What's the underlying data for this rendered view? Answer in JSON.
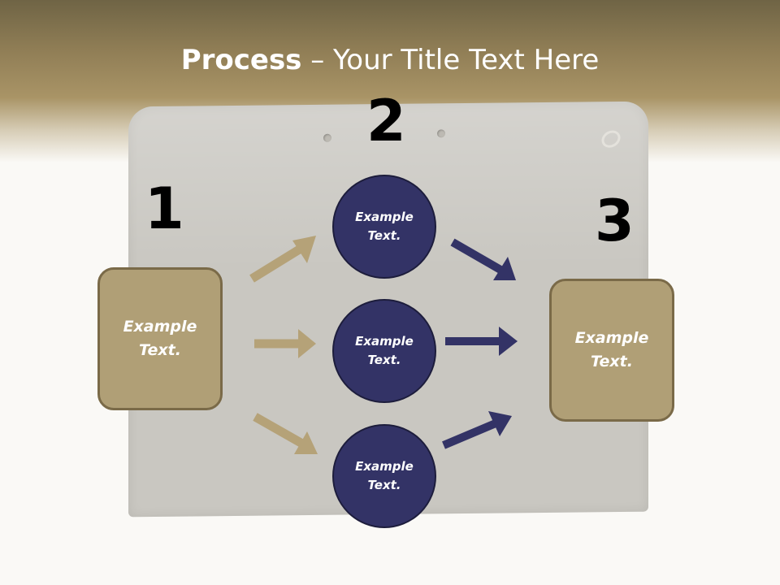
{
  "slide": {
    "title_strong": "Process",
    "title_rest": " – Your Title Text Here"
  },
  "steps": {
    "step1": {
      "number": "1",
      "text": "Example Text."
    },
    "step2": {
      "number": "2",
      "items": [
        "Example Text.",
        "Example Text.",
        "Example Text."
      ]
    },
    "step3": {
      "number": "3",
      "text": "Example Text."
    }
  },
  "colors": {
    "tan_box": "#b09f76",
    "tan_arrow": "#b5a278",
    "navy_circle": "#333366",
    "navy_arrow": "#333366",
    "header_band": "#8f7d55"
  }
}
